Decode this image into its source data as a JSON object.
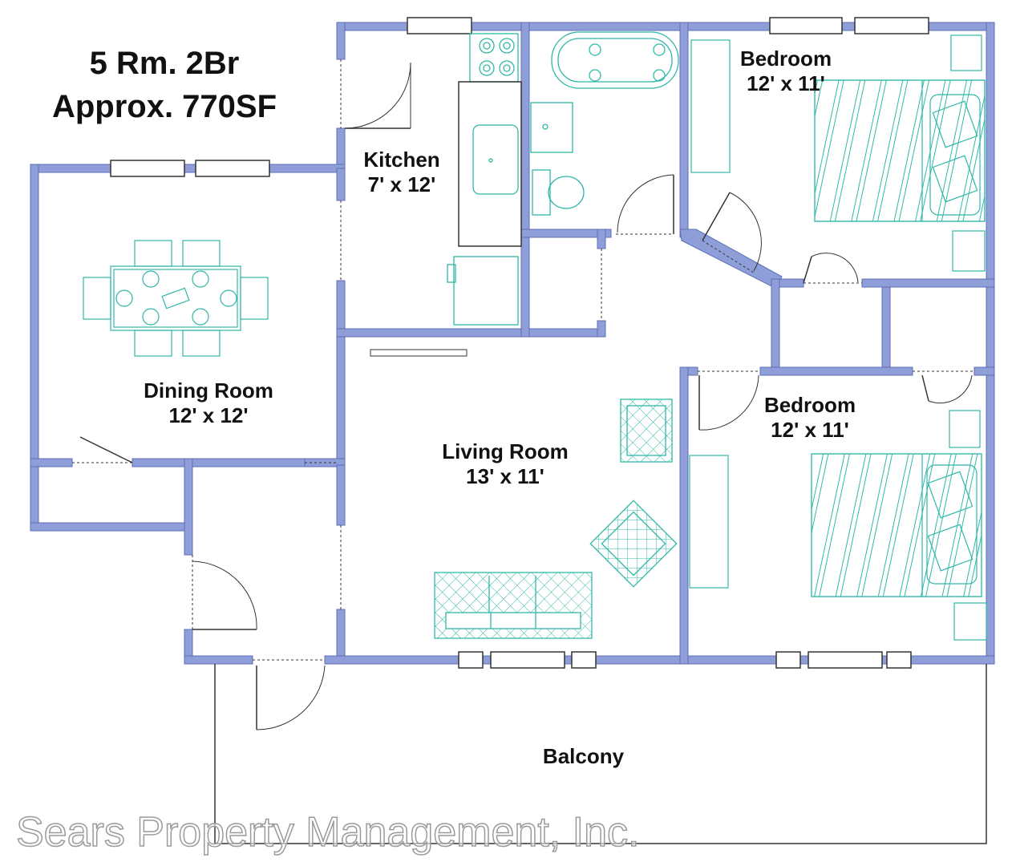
{
  "title": {
    "line1": "5 Rm. 2Br",
    "line2": "Approx. 770SF"
  },
  "rooms": {
    "kitchen": {
      "name": "Kitchen",
      "size": "7' x 12'"
    },
    "bedroom1": {
      "name": "Bedroom",
      "size": "12' x 11'"
    },
    "dining": {
      "name": "Dining Room",
      "size": "12' x 12'"
    },
    "living": {
      "name": "Living Room",
      "size": "13' x 11'"
    },
    "bedroom2": {
      "name": "Bedroom",
      "size": "12' x 11'"
    },
    "balcony": {
      "name": "Balcony"
    }
  },
  "watermark": "Sears Property Management, Inc.",
  "colors": {
    "wall": "#8e9ed8",
    "wall_edge": "#5f6fb5",
    "furniture": "#2fb8a8",
    "line": "#333333"
  }
}
